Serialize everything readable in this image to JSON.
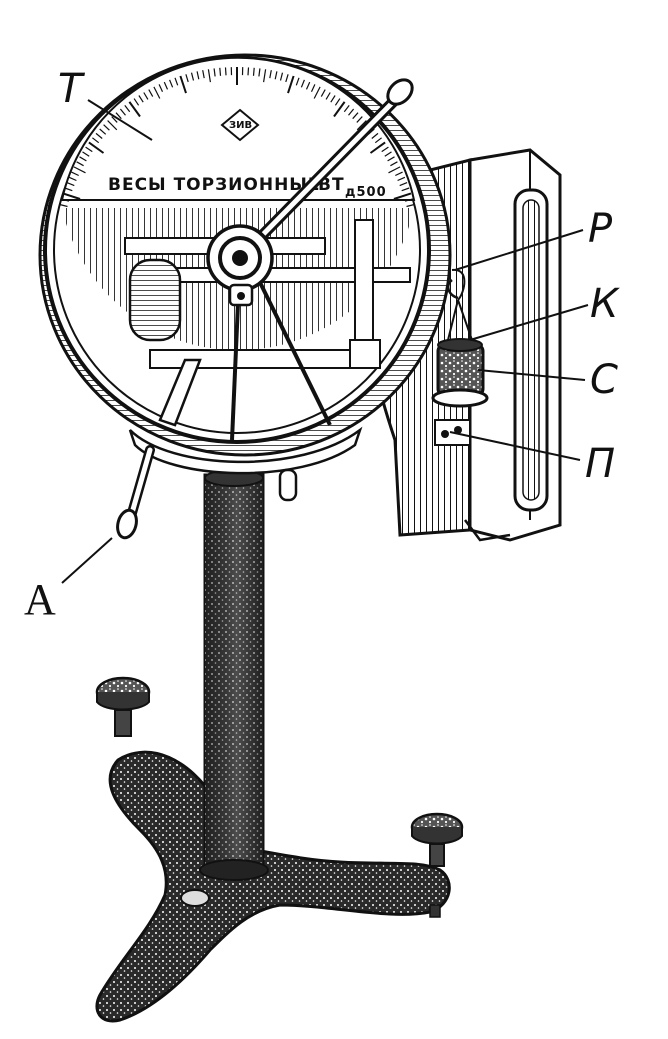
{
  "dial": {
    "inscription_left": "ВЕСЫ ТОРЗИОННЫЕ",
    "inscription_right": "ВТ",
    "inscription_model": "д500",
    "logo": "ЗИВ"
  },
  "labels": {
    "T": "Т",
    "P": "Р",
    "K": "К",
    "C": "С",
    "Pi": "П",
    "A": "А"
  }
}
